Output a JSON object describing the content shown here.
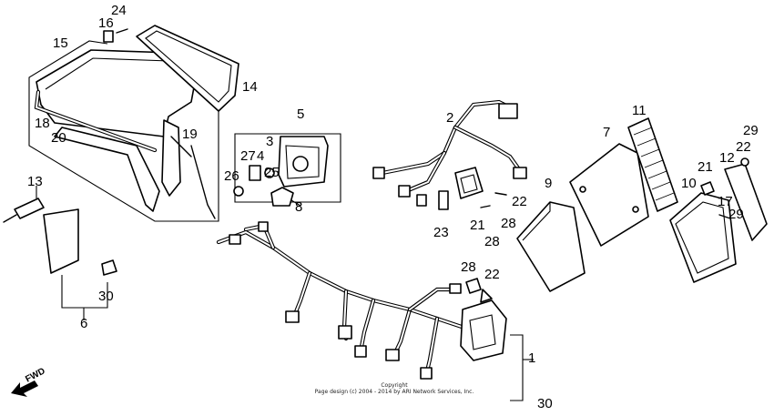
{
  "callouts": {
    "c1": "1",
    "c2": "2",
    "c3": "3",
    "c4": "4",
    "c5": "5",
    "c6": "6",
    "c7": "7",
    "c8": "8",
    "c9": "9",
    "c10": "10",
    "c11": "11",
    "c12": "12",
    "c13": "13",
    "c14": "14",
    "c15": "15",
    "c16": "16",
    "c17": "17",
    "c18": "18",
    "c19": "19",
    "c20": "20",
    "c21a": "21",
    "c21b": "21",
    "c22a": "22",
    "c22b": "22",
    "c22c": "22",
    "c23": "23",
    "c24": "24",
    "c25": "25",
    "c26": "26",
    "c27": "27",
    "c28a": "28",
    "c28b": "28",
    "c28c": "28",
    "c29a": "29",
    "c29b": "29",
    "c30a": "30",
    "c30b": "30"
  },
  "fwd_label": "FWD",
  "copyright": {
    "line1": "Copyright",
    "line2": "Page design (c) 2004 - 2014 by ARI Network Services, Inc."
  }
}
